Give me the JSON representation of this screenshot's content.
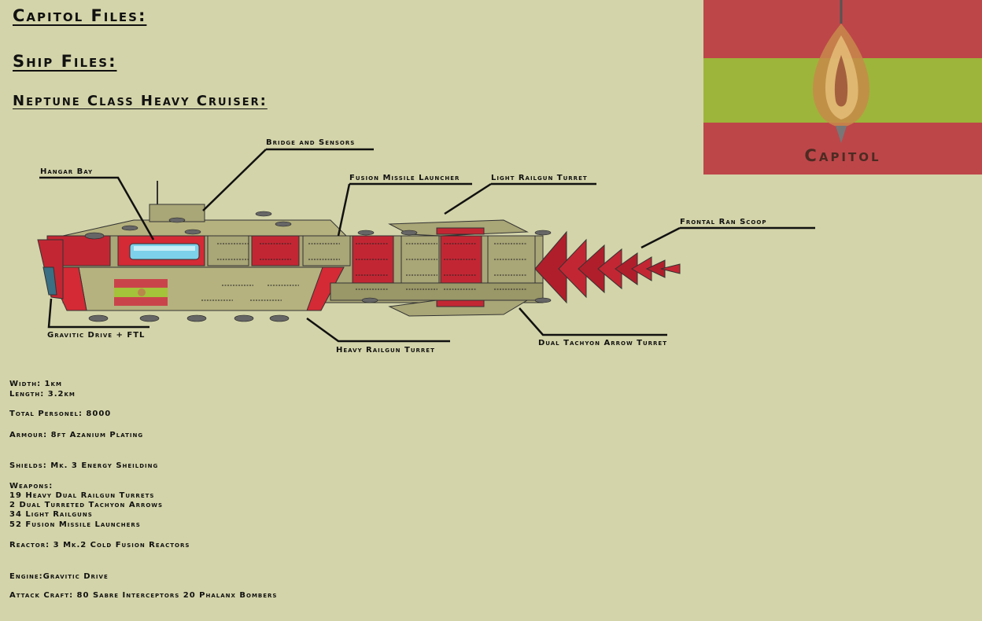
{
  "headings": {
    "capitol_files": "Capitol Files:",
    "ship_files": "Ship Files:",
    "ship_class": "Neptune Class Heavy Cruiser:"
  },
  "callouts": {
    "bridge": "Bridge and Sensors",
    "hangar": "Hangar Bay",
    "missile": "Fusion Missile Launcher",
    "light_railgun": "Light Railgun Turret",
    "ram_scoop": "Frontal Ran Scoop",
    "gravitic": "Gravitic Drive + FTL",
    "heavy_railgun": "Heavy Railgun Turret",
    "tachyon": "Dual Tachyon Arrow Turret"
  },
  "specs": {
    "width": "Width: 1km",
    "length": "Length: 3.2km",
    "personel": "Total Personel: 8000",
    "armour": "Armour: 8ft Azanium Plating",
    "shields": "Shields: Mk. 3 Energy Sheilding",
    "weapons_title": "Weapons:",
    "weapons": [
      "19 Heavy Dual Railgun Turrets",
      "2 Dual Turreted Tachyon Arrows",
      "34 Light Railguns",
      "52 Fusion Missile Launchers"
    ],
    "reactor": "Reactor: 3 Mk.2 Cold Fusion Reactors",
    "engine": "Engine:Gravitic Drive",
    "attack_craft": "Attack Craft: 80 Sabre Interceptors 20 Phalanx Bombers"
  },
  "flag": {
    "caption": "Capitol",
    "icon": "flame-drop-emblem-icon",
    "colors": {
      "red": "#c9444a",
      "green": "#a4c23a",
      "background": "#d3d4a9"
    }
  }
}
